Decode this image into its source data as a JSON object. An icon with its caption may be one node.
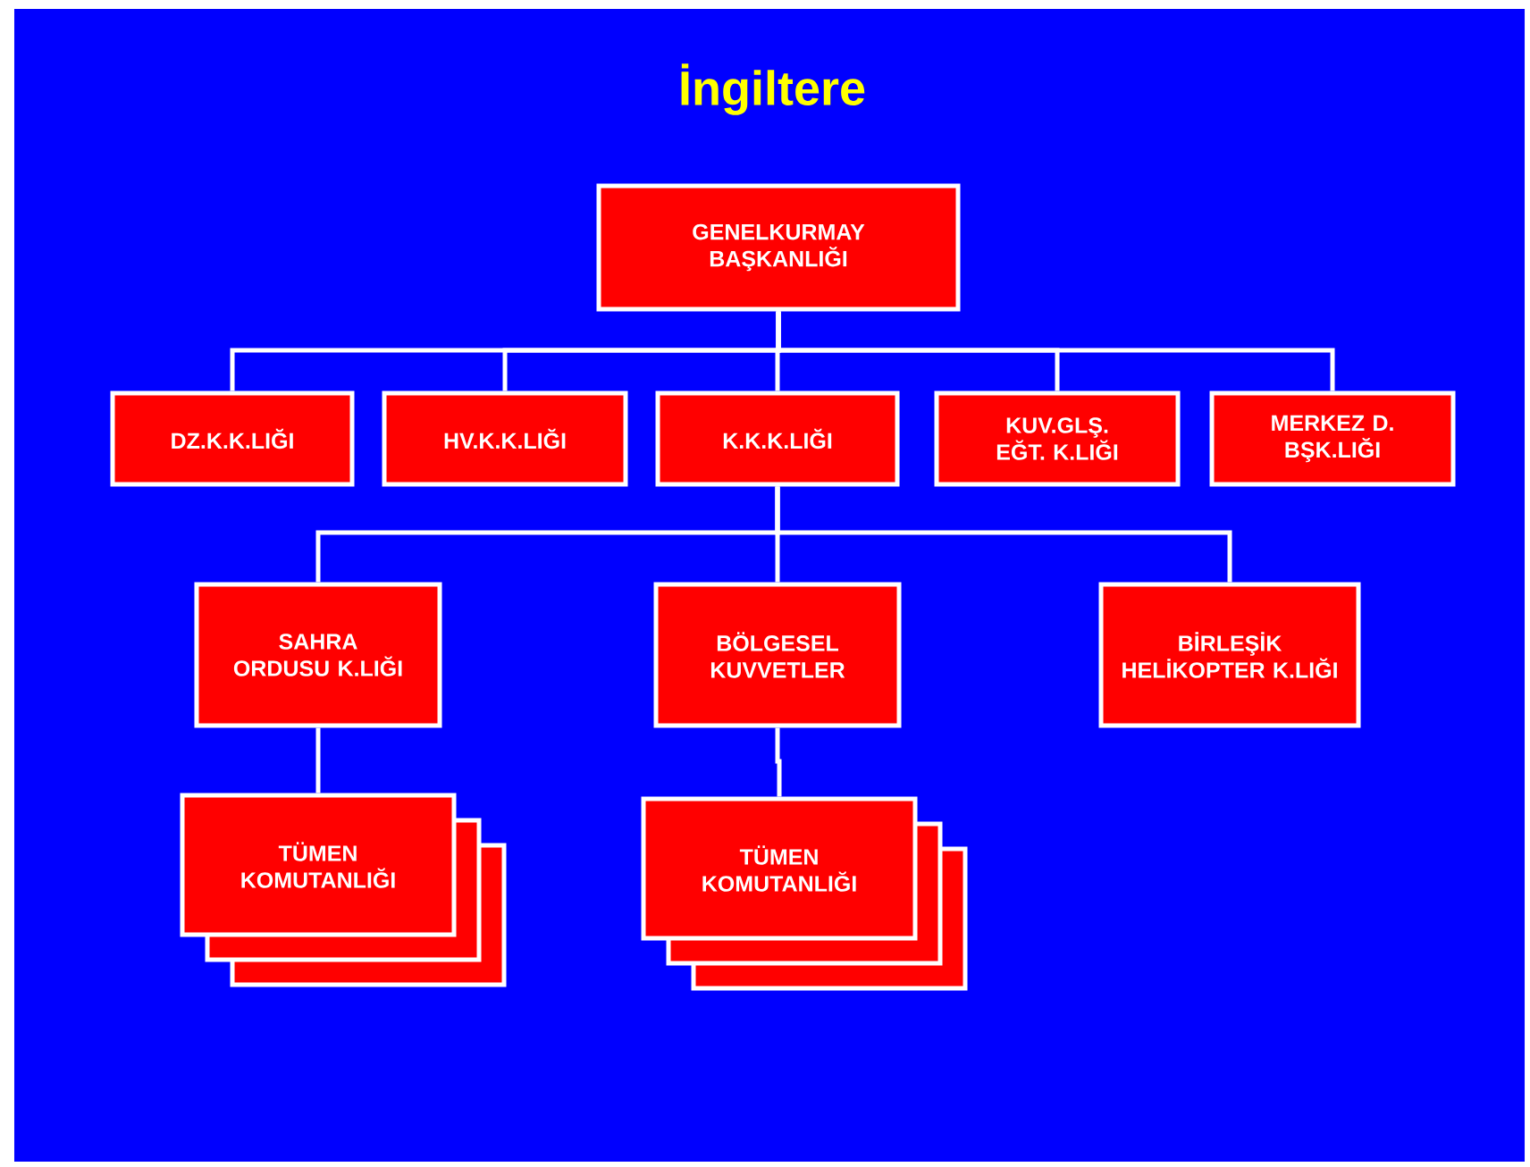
{
  "diagram": {
    "title": "İngiltere",
    "nodes": [
      {
        "text": [
          "GENELKURMAY BAŞKANLIĞI"
        ]
      },
      {
        "text": [
          "DZ.K.K.LIĞI"
        ]
      },
      {
        "text": [
          "HV.K.K.LIĞI"
        ]
      },
      {
        "text": [
          "K.K.K.LIĞI"
        ]
      },
      {
        "text": [
          "KUV.GLŞ. EĞT. K.LIĞI"
        ]
      },
      {
        "text": [
          "MERKEZ D. BŞK.LIĞI"
        ]
      },
      {
        "text": [
          "SAHRA ORDUSU K.LIĞI"
        ]
      },
      {
        "text": [
          "BÖLGESEL KUVVETLER"
        ]
      },
      {
        "text": [
          "BİRLEŞİK HELİKOPTER K.LIĞI"
        ]
      },
      {
        "text": [
          "TÜMEN KOMUTANLIĞI"
        ]
      },
      {
        "text": [
          "TÜMEN KOMUTANLIĞI"
        ]
      }
    ],
    "edges": [
      {
        "from": 0,
        "to": 1,
        "arrow": "none"
      },
      {
        "from": 0,
        "to": 2,
        "arrow": "none"
      },
      {
        "from": 0,
        "to": 3,
        "arrow": "none"
      },
      {
        "from": 0,
        "to": 4,
        "arrow": "none"
      },
      {
        "from": 0,
        "to": 5,
        "arrow": "none"
      },
      {
        "from": 3,
        "to": 6,
        "arrow": "none"
      },
      {
        "from": 3,
        "to": 7,
        "arrow": "none"
      },
      {
        "from": 3,
        "to": 8,
        "arrow": "none"
      },
      {
        "from": 6,
        "to": 9,
        "arrow": "none"
      },
      {
        "from": 7,
        "to": 10,
        "arrow": "none"
      }
    ]
  }
}
